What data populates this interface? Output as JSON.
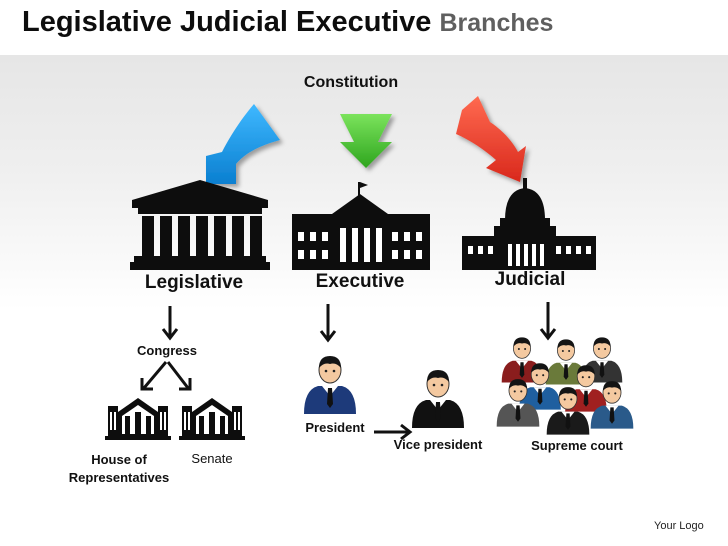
{
  "title": {
    "main": "Legislative Judicial Executive",
    "sub": "Branches"
  },
  "constitution_label": "Constitution",
  "branches": {
    "legislative": "Legislative",
    "executive": "Executive",
    "judicial": "Judicial"
  },
  "legislative_tree": {
    "congress": "Congress",
    "house_line1": "House of",
    "house_line2": "Representatives",
    "senate": "Senate"
  },
  "executive_tree": {
    "president": "President",
    "vice_president": "Vice president"
  },
  "judicial_tree": {
    "supreme_court": "Supreme court"
  },
  "footer": {
    "logo": "Your Logo"
  },
  "colors": {
    "arrow_legislative": "#1e9ee8",
    "arrow_executive": "#3fbf2a",
    "arrow_judicial": "#e03a2a",
    "icon": "#0d0d0d"
  }
}
